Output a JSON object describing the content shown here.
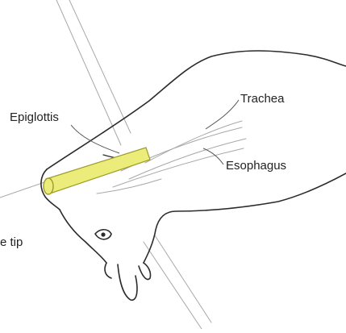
{
  "labels": {
    "epiglottis": "Epiglottis",
    "trachea": "Trachea",
    "esophagus": "Esophagus",
    "tube_tip": "e tip"
  },
  "colors": {
    "tube": "#ecec7a",
    "tube_outline": "#9c9c2a",
    "outline": "#2b2b2b"
  }
}
